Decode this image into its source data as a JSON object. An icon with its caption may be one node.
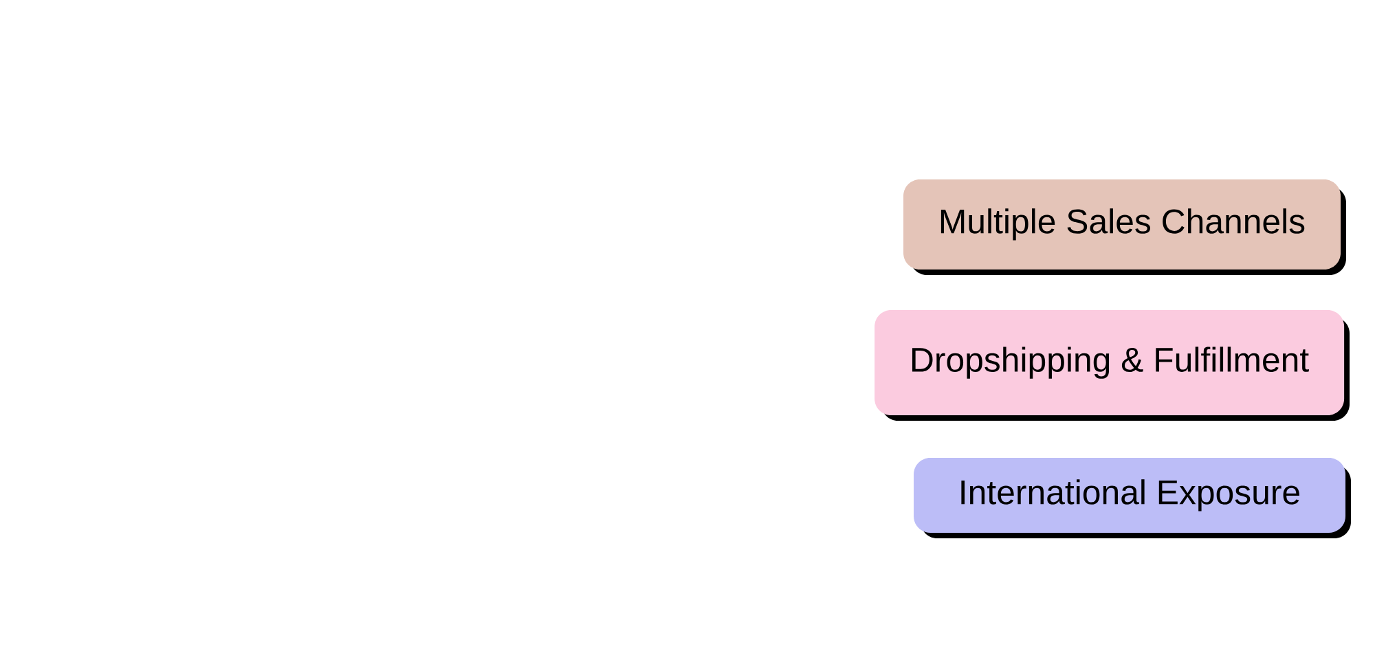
{
  "diagram": {
    "nodes": [
      {
        "text": [
          "Multiple Sales Channels"
        ]
      },
      {
        "text": [
          "Dropshipping & Fulfillment"
        ]
      },
      {
        "text": [
          "International Exposure"
        ]
      }
    ]
  }
}
